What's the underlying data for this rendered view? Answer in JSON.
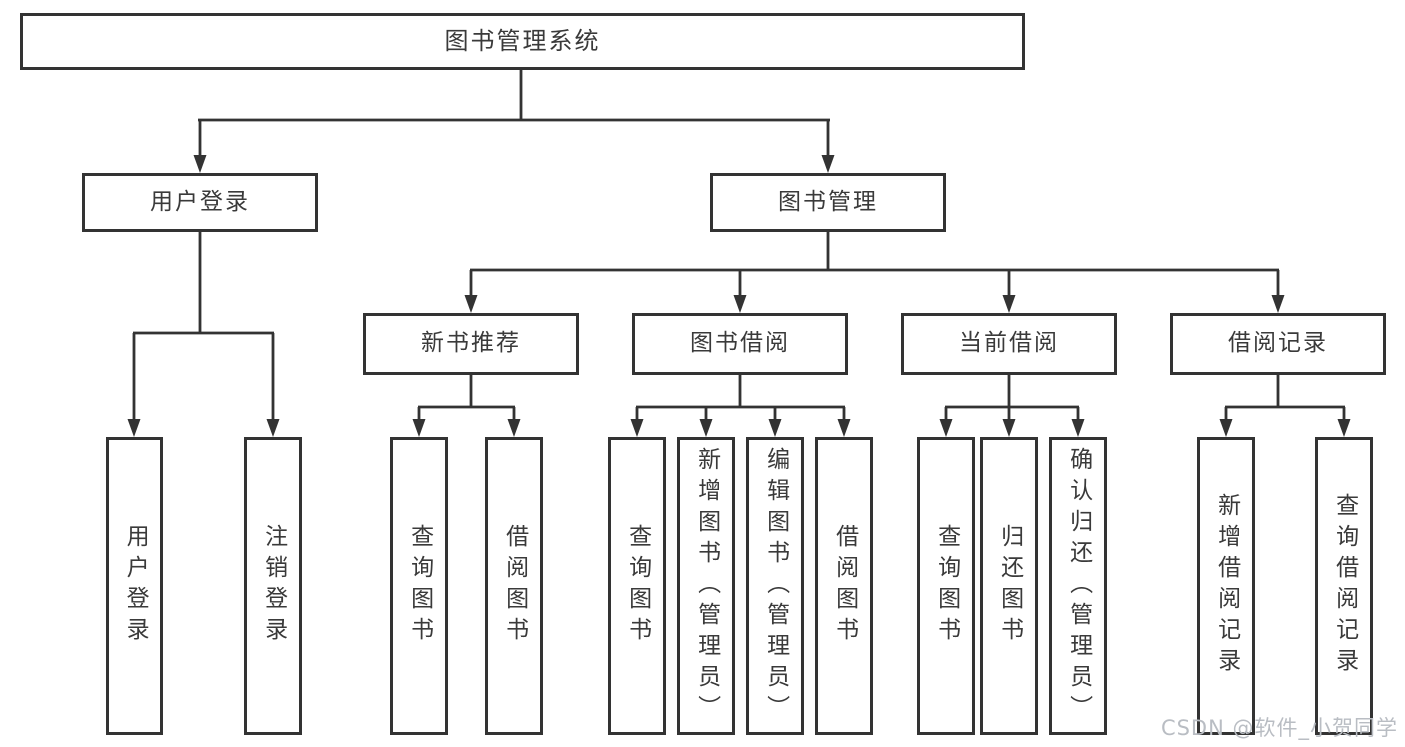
{
  "tree": {
    "root": {
      "label": "图书管理系统"
    },
    "branches": [
      {
        "label": "用户登录",
        "children": [
          {
            "label": "用户登录"
          },
          {
            "label": "注销登录"
          }
        ]
      },
      {
        "label": "图书管理",
        "children": [
          {
            "label": "新书推荐",
            "children": [
              {
                "label": "查询图书"
              },
              {
                "label": "借阅图书"
              }
            ]
          },
          {
            "label": "图书借阅",
            "children": [
              {
                "label": "查询图书"
              },
              {
                "label": "新增图书（管理员）"
              },
              {
                "label": "编辑图书（管理员）"
              },
              {
                "label": "借阅图书"
              }
            ]
          },
          {
            "label": "当前借阅",
            "children": [
              {
                "label": "查询图书"
              },
              {
                "label": "归还图书"
              },
              {
                "label": "确认归还（管理员）"
              }
            ]
          },
          {
            "label": "借阅记录",
            "children": [
              {
                "label": "新增借阅记录"
              },
              {
                "label": "查询借阅记录"
              }
            ]
          }
        ]
      }
    ]
  },
  "watermark": {
    "text": "CSDN @软件_小贺同学"
  },
  "colors": {
    "line": "#333333",
    "text": "#3a3a3a",
    "background": "#ffffff",
    "watermark": "#b9bdc3"
  }
}
